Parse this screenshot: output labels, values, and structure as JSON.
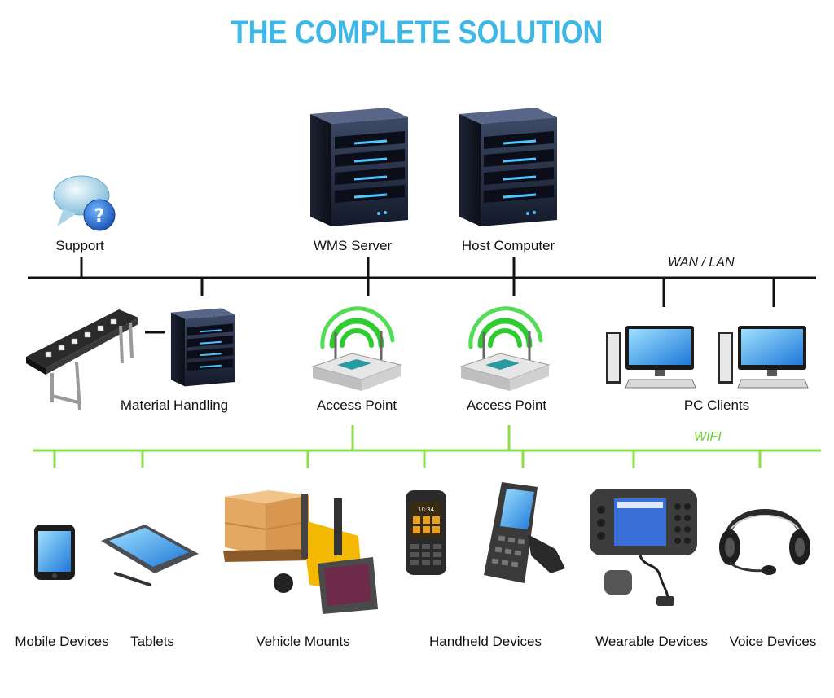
{
  "title": "THE COMPLETE SOLUTION",
  "networks": {
    "wan": "WAN / LAN",
    "wifi": "WIFI"
  },
  "top_labels": {
    "support": "Support",
    "wms_server": "WMS Server",
    "host_computer": "Host Computer"
  },
  "mid_labels": {
    "material_handling": "Material Handling",
    "access_point_1": "Access Point",
    "access_point_2": "Access Point",
    "pc_clients": "PC Clients"
  },
  "device_labels": {
    "mobile": "Mobile Devices",
    "tablets": "Tablets",
    "vehicle": "Vehicle Mounts",
    "handheld": "Handheld Devices",
    "wearable": "Wearable Devices",
    "voice": "Voice Devices"
  },
  "handheld_screen_time": "10:34",
  "colors": {
    "title": "#3db8e6",
    "wan_line": "#111111",
    "wifi_line": "#8be04a",
    "wifi_signal": "#2ecc2e"
  }
}
